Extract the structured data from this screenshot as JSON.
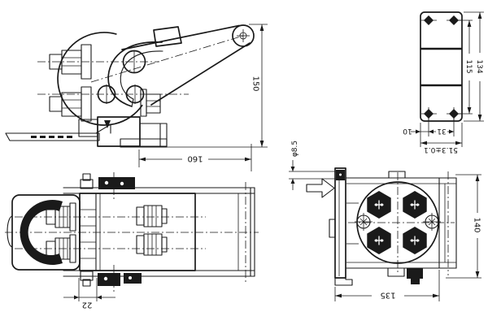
{
  "drawing": {
    "type": "engineering-multiview-drawing",
    "subject": "toggle-latch-clamp",
    "ink_color": "#1a1a1a",
    "background_color": "#ffffff"
  },
  "dims": {
    "side_height": "150",
    "side_length": "160",
    "plate_hole_span_v": "115",
    "plate_height": "134",
    "plate_edge_to_hole": "10",
    "plate_hole_span_h": "31",
    "plate_width_tol": "51.3±0.1",
    "plan_bar_width": "22",
    "end_hole_dia": "φ8.5",
    "end_height": "140",
    "end_width": "135"
  }
}
